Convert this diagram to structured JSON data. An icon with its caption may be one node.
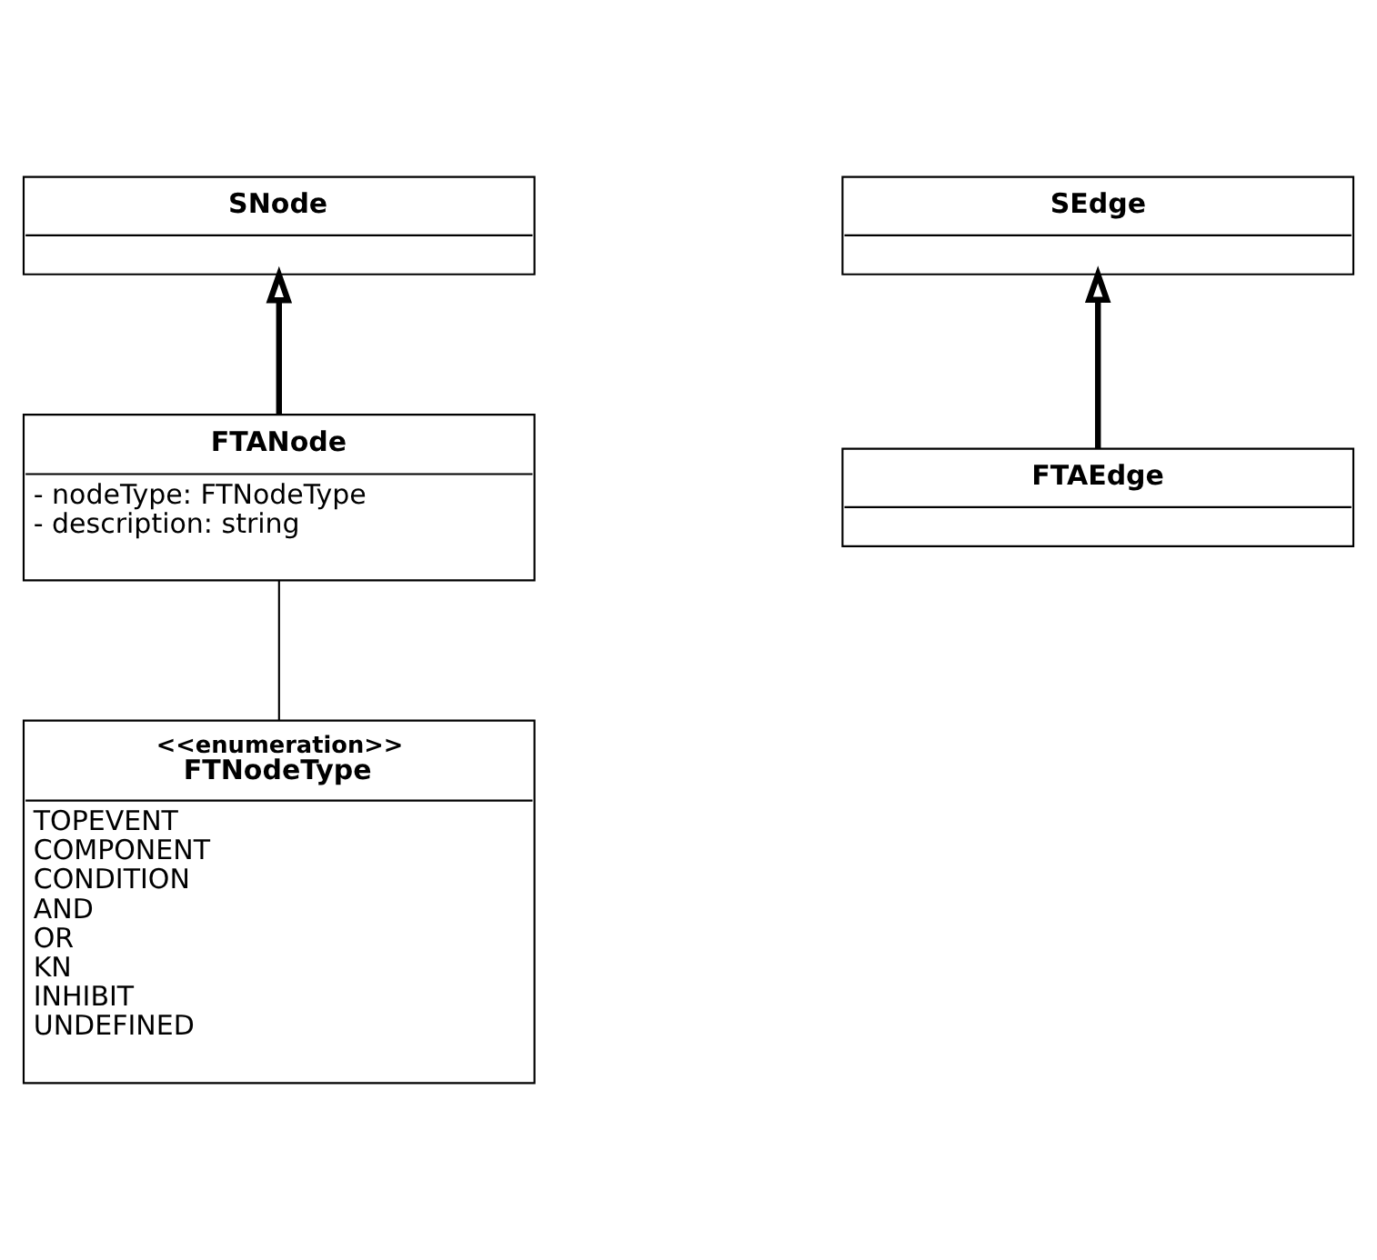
{
  "diagram": {
    "nodes": [
      {
        "text": [
          "SNode"
        ]
      },
      {
        "text": [
          "SEdge"
        ]
      },
      {
        "text": [
          "FTANode",
          "- nodeType: FTNodeType",
          "- description: string"
        ]
      },
      {
        "text": [
          "FTAEdge"
        ]
      },
      {
        "text": [
          "<<enumeration>>",
          "FTNodeType",
          "TOPEVENT",
          "COMPONENT",
          "CONDITION",
          "AND",
          "OR",
          "KN",
          "INHIBIT",
          "UNDEFINED"
        ]
      }
    ],
    "edges": [
      {
        "from": 2,
        "to": 0,
        "arrow": "to"
      },
      {
        "from": 3,
        "to": 1,
        "arrow": "to"
      },
      {
        "from": 2,
        "to": 4,
        "arrow": "none"
      }
    ]
  }
}
